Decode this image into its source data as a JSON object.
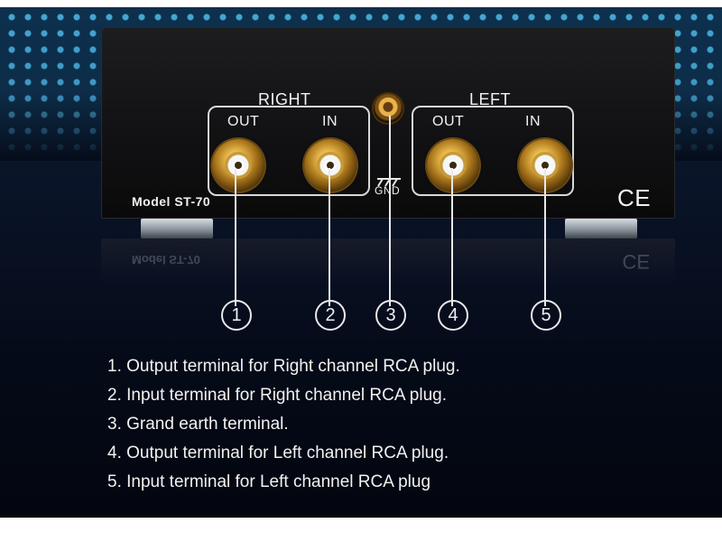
{
  "device": {
    "right_label": "RIGHT",
    "left_label": "LEFT",
    "right_out_label": "OUT",
    "right_in_label": "IN",
    "left_out_label": "OUT",
    "left_in_label": "IN",
    "gnd_label": "GND",
    "model_label": "Model ST-70",
    "ce_mark": "CE"
  },
  "callouts": [
    "1",
    "2",
    "3",
    "4",
    "5"
  ],
  "descriptions": [
    "1. Output terminal for Right channel RCA plug.",
    "2. Input terminal for Right channel RCA plug.",
    "3. Grand earth terminal.",
    "4. Output terminal for Left channel RCA plug.",
    "5. Input terminal for Left channel RCA plug"
  ],
  "colors": {
    "background_top": "#0e3553",
    "background_dot": "#4fc1f4",
    "background_bottom": "#03060f",
    "device_body": "#111113",
    "connector_gold": "#e9b84a",
    "text": "#f2f2f2"
  }
}
